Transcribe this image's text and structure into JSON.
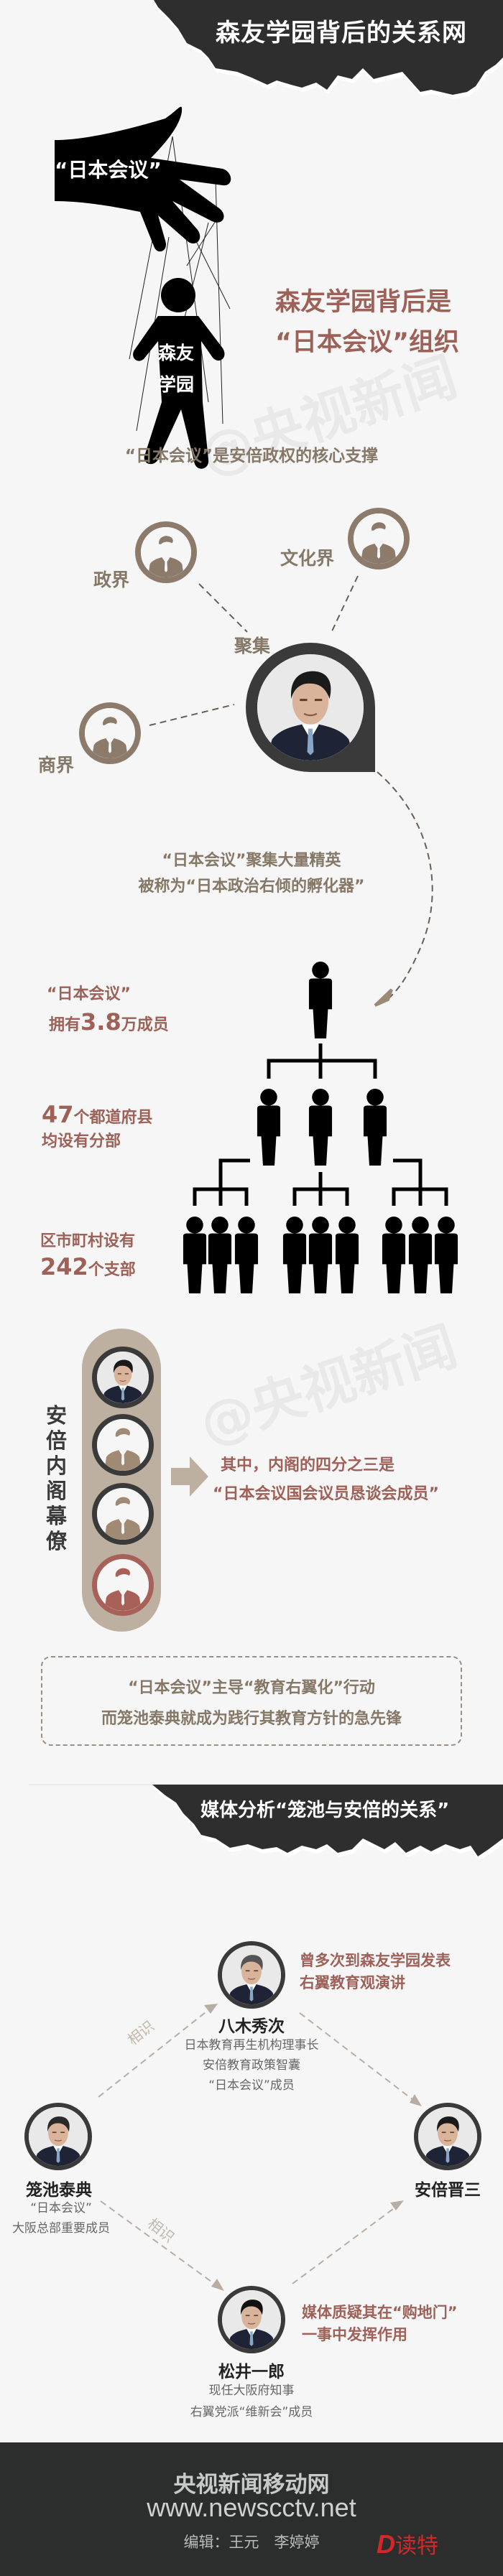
{
  "header": {
    "title": "森友学园背后的关系网"
  },
  "watermark": "@央视新闻",
  "puppet": {
    "hand_label": "“日本会议”",
    "puppet_label_line1": "森友",
    "puppet_label_line2": "学园"
  },
  "intro": {
    "line1": "森友学园背后是",
    "line2": "“日本会议”组织"
  },
  "support": {
    "subtitle": "“日本会议”是安倍政权的核心支撑",
    "nodes": {
      "politics": "政界",
      "culture": "文化界",
      "business": "商界"
    },
    "gather_label": "聚集",
    "caption_line1": "“日本会议”聚集大量精英",
    "caption_line2": "被称为“日本政治右倾的孵化器”"
  },
  "organization": {
    "members": {
      "prefix": "“日本会议”",
      "line2_pre": "拥有",
      "number": "3.8",
      "line2_post": "万成员"
    },
    "prefectures": {
      "number": "47",
      "line1_post": "个都道府县",
      "line2": "均设有分部"
    },
    "branches": {
      "line1": "区市町村设有",
      "number": "242",
      "line2_post": "个支部"
    }
  },
  "cabinet": {
    "vertical_label": "安倍内阁幕僚",
    "note_line1": "其中，内阁的四分之三是",
    "note_line2": "“日本会议国会议员恳谈会成员”"
  },
  "education_box": {
    "line1": "“日本会议”主导“教育右翼化”行动",
    "line2": "而笼池泰典就成为践行其教育方针的急先锋"
  },
  "section2": {
    "title": "媒体分析“笼池与安倍的关系”"
  },
  "relations": {
    "acquainted_label": "相识",
    "yagi": {
      "name": "八木秀次",
      "desc": [
        "日本教育再生机构理事长",
        "安倍教育政策智囊",
        "“日本会议”成员"
      ],
      "note": [
        "曾多次到森友学园发表",
        "右翼教育观演讲"
      ]
    },
    "kagoike": {
      "name": "笼池泰典",
      "desc": [
        "“日本会议”",
        "大阪总部重要成员"
      ]
    },
    "abe": {
      "name": "安倍晋三"
    },
    "matsui": {
      "name": "松井一郎",
      "desc": [
        "现任大阪府知事",
        "右翼党派“维新会”成员"
      ],
      "note": [
        "媒体质疑其在“购地门”",
        "一事中发挥作用"
      ]
    }
  },
  "footer": {
    "site_name": "央视新闻移动网",
    "url": "www.newscctv.net",
    "editors_label": "编辑：王元　李婷婷",
    "logo_letter": "D",
    "logo_text": "读特"
  },
  "colors": {
    "dark": "#2b2b2b",
    "brown": "#857867",
    "accent_red": "#9e6158",
    "pill": "#bdb0a1",
    "footer": "#2c2e2e",
    "logo_red": "#d3282b"
  }
}
